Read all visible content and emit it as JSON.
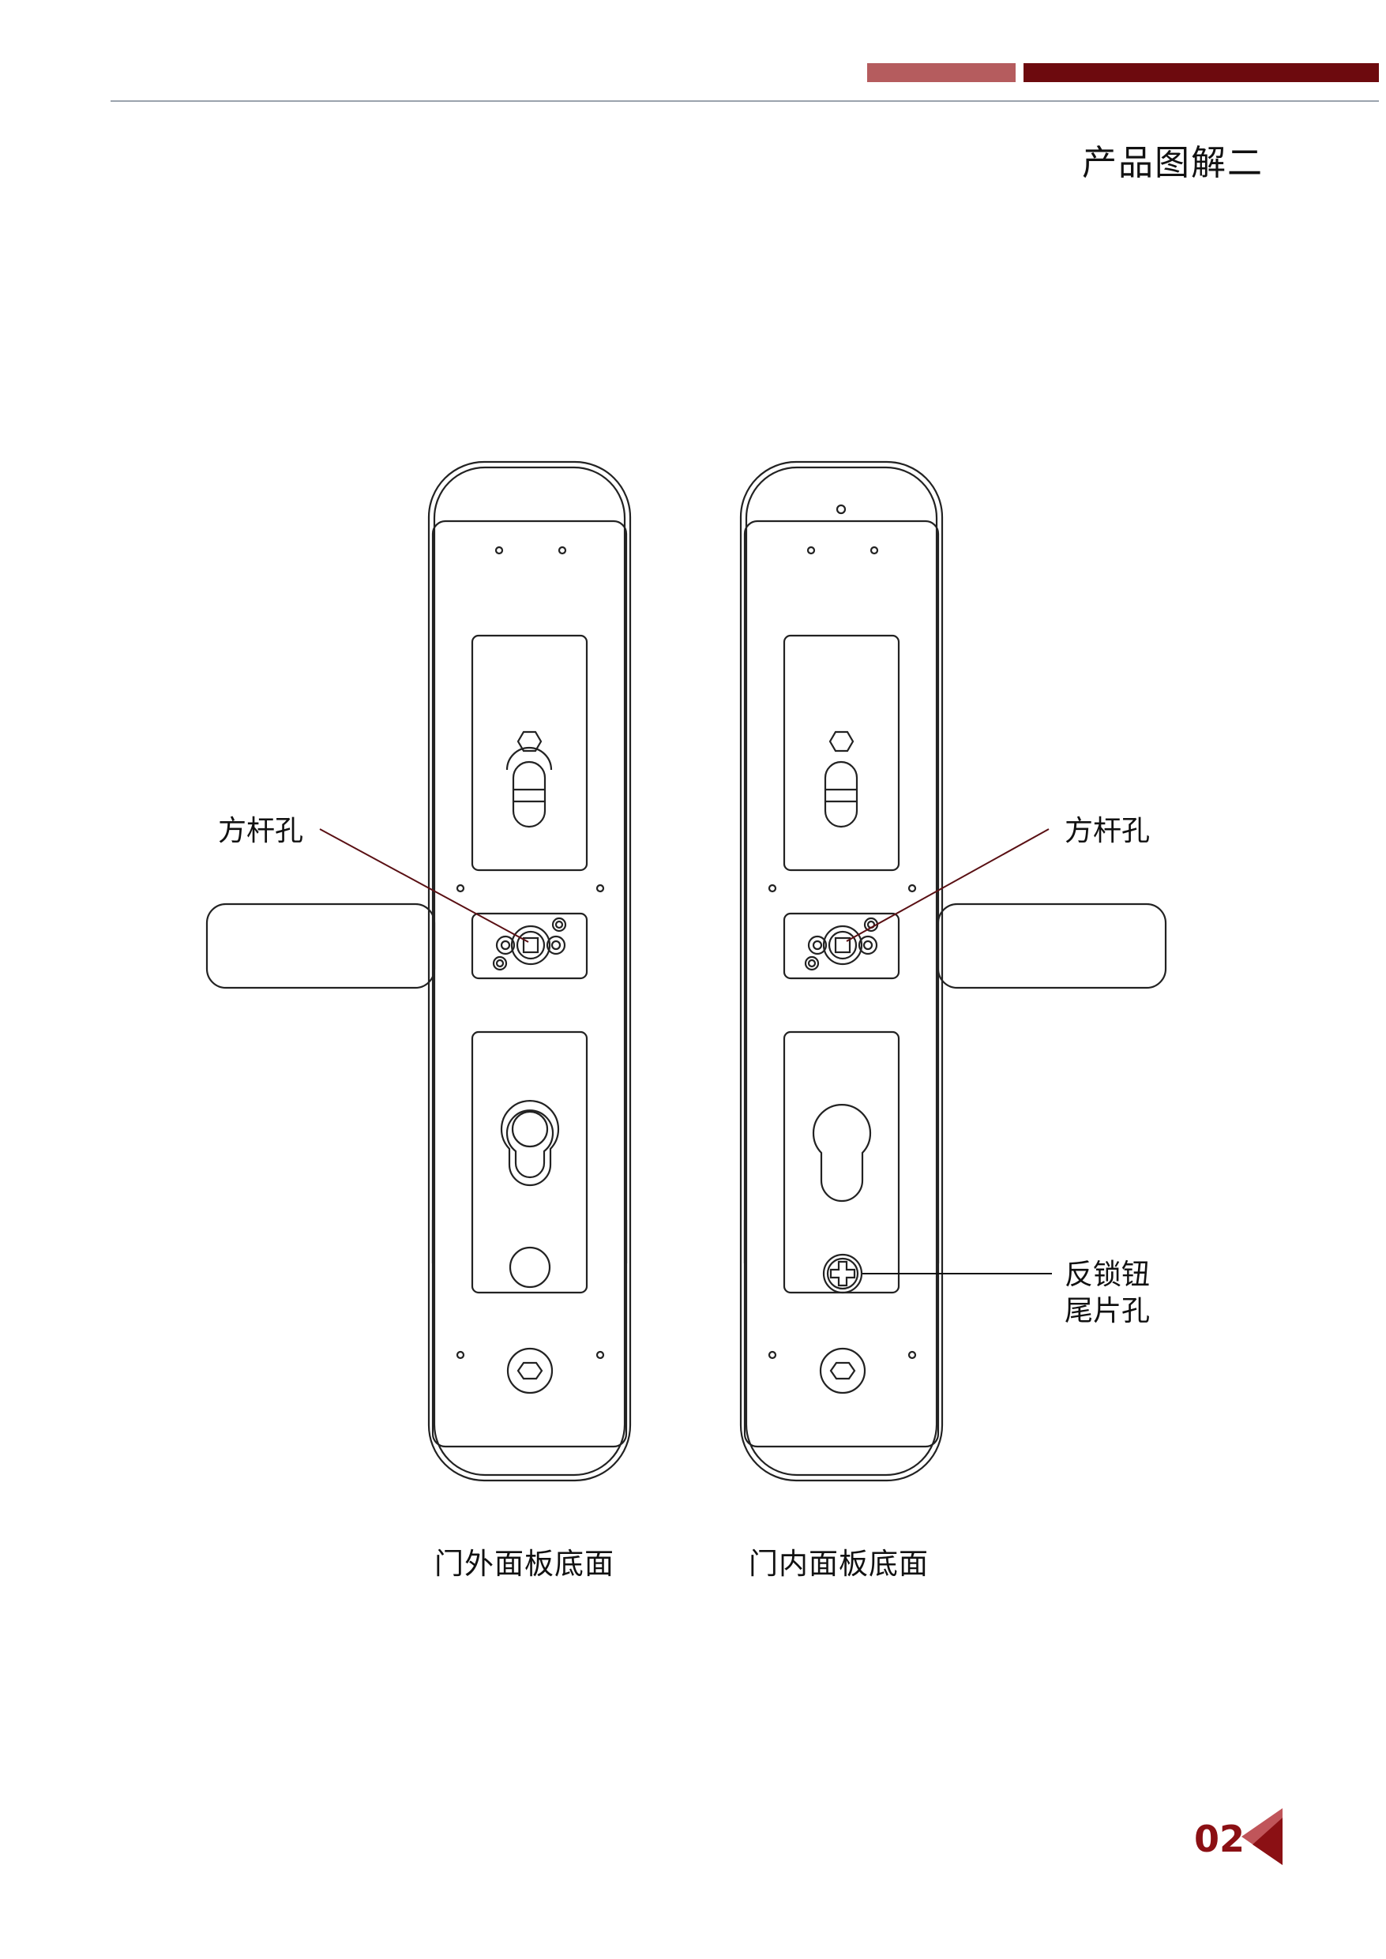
{
  "header": {
    "title": "产品图解二",
    "accent_light": "#b55c5e",
    "accent_dark": "#6d0a0e"
  },
  "labels": {
    "square_hole_left": "方杆孔",
    "square_hole_right": "方杆孔",
    "anti_lock_line1": "反锁钮",
    "anti_lock_line2": "尾片孔"
  },
  "captions": {
    "outer_panel": "门外面板底面",
    "inner_panel": "门内面板底面"
  },
  "footer": {
    "page_number": "02",
    "page_color": "#8b1014"
  }
}
